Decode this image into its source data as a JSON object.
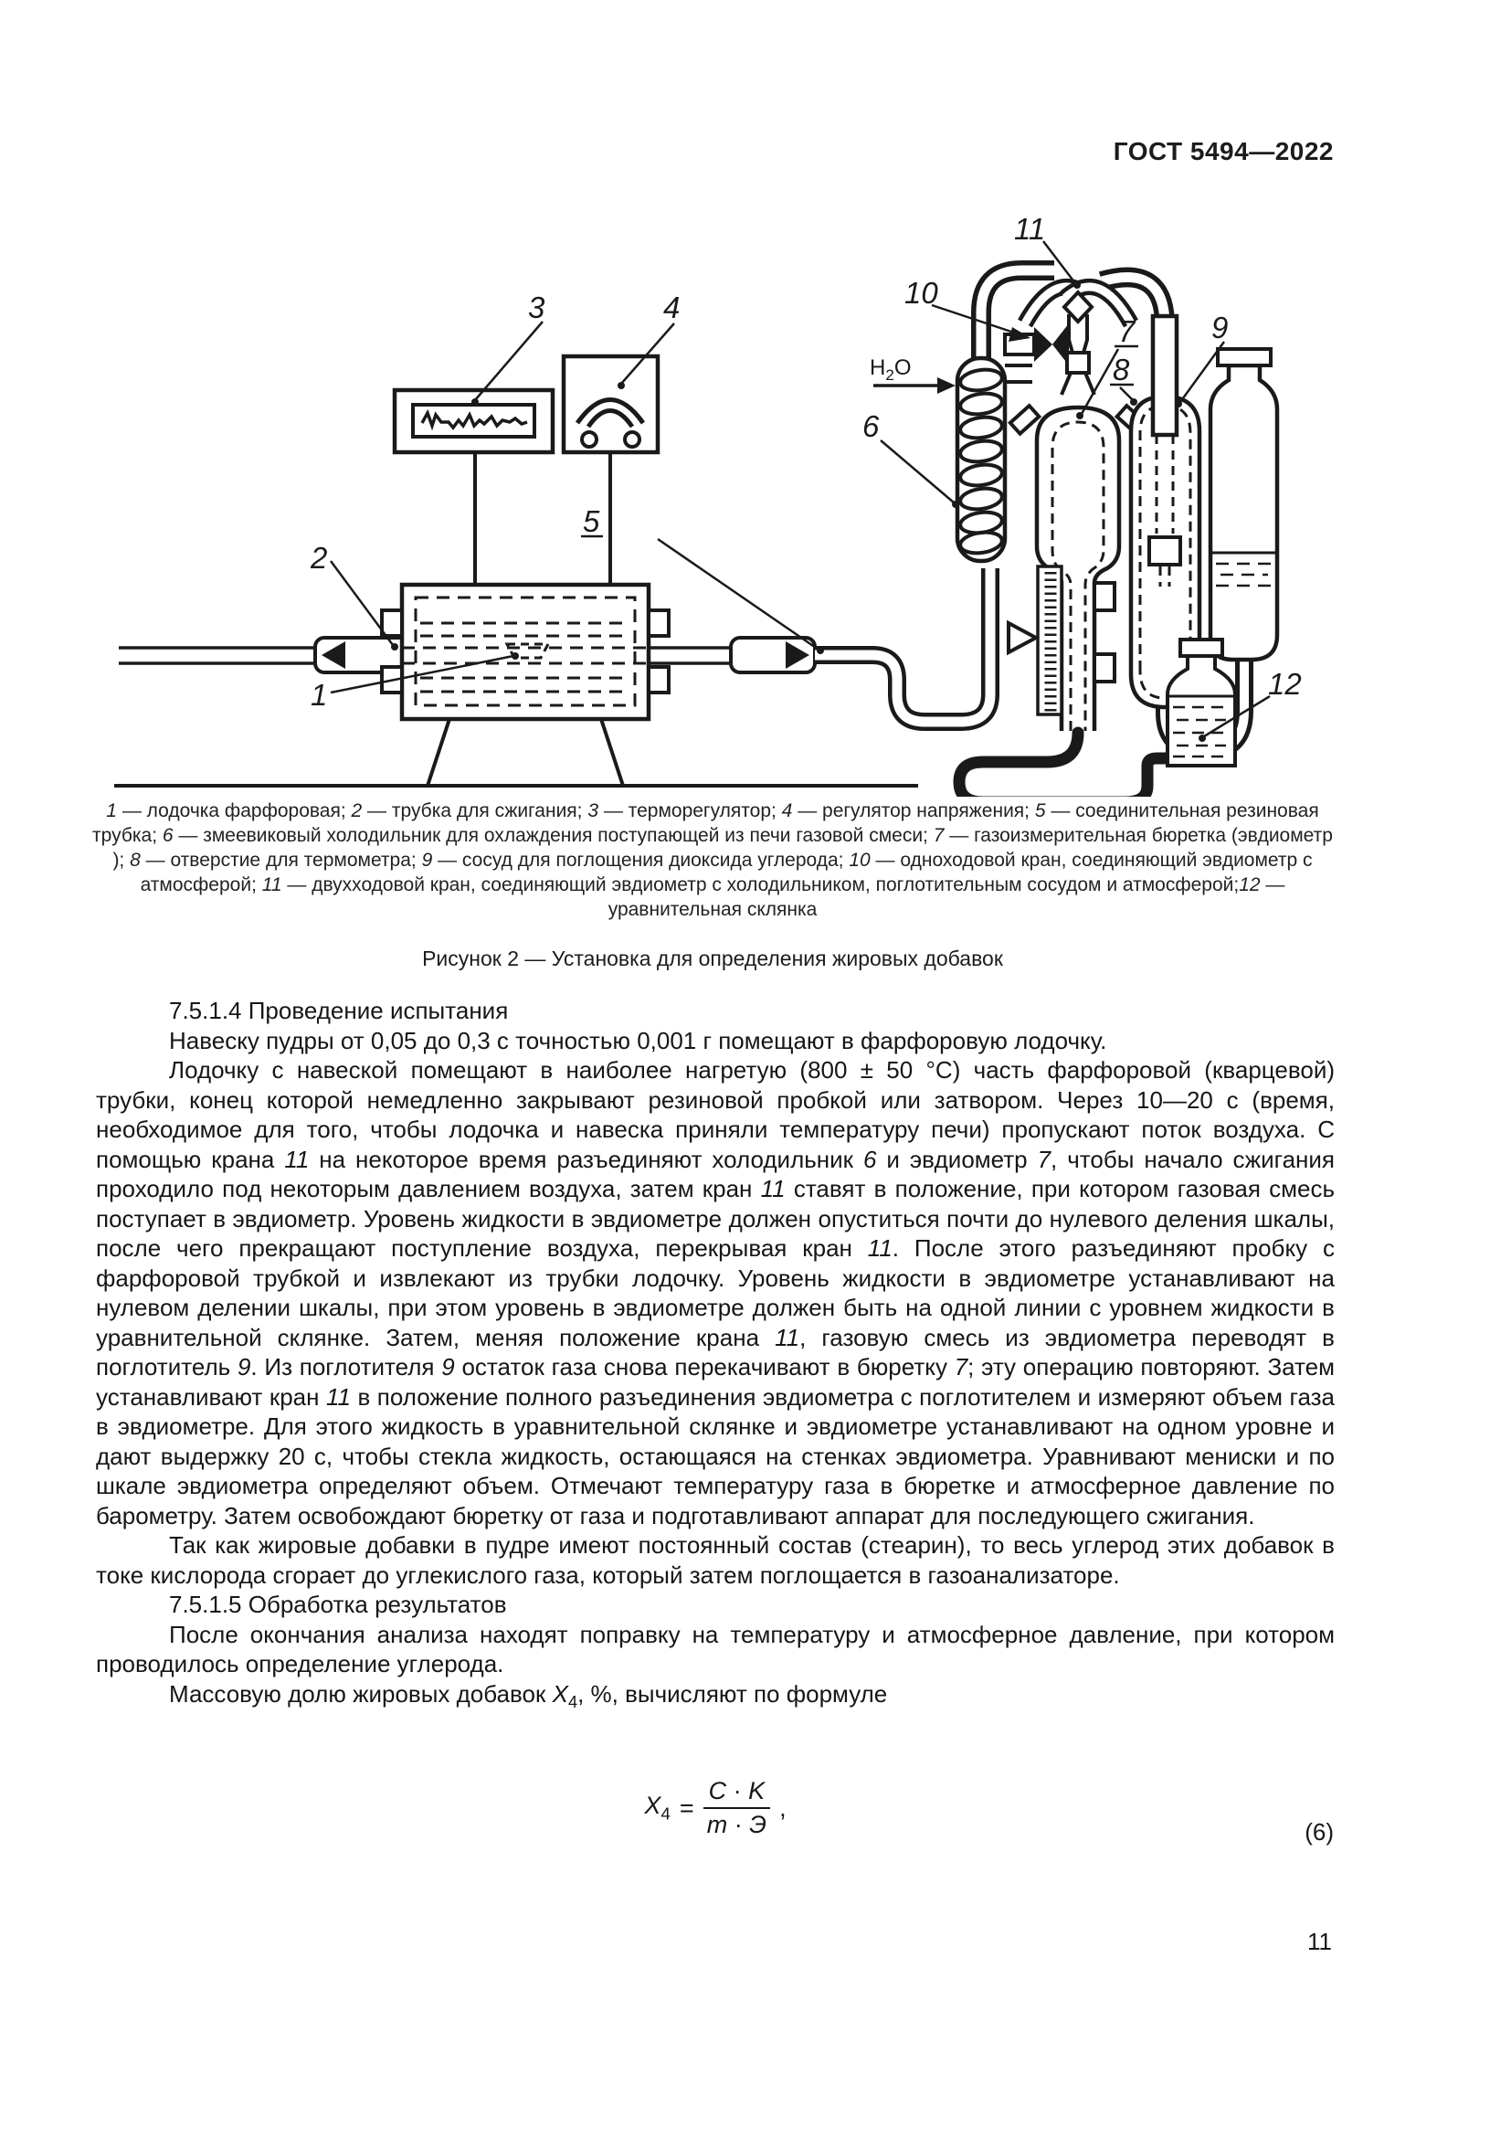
{
  "page": {
    "header": "ГОСТ 5494—2022",
    "page_number": "11"
  },
  "figure": {
    "caption": "Рисунок 2 — Установка для определения жировых добавок",
    "h2o": {
      "base": "H",
      "sub": "2",
      "rest": "O"
    },
    "labels": {
      "l1": "1",
      "l2": "2",
      "l3": "3",
      "l4": "4",
      "l5": "5",
      "l6": "6",
      "l7": "7",
      "l8": "8",
      "l9": "9",
      "l10": "10",
      "l11": "11",
      "l12": "12"
    },
    "legend": [
      {
        "t": "1",
        "i": true
      },
      {
        "t": " — лодочка фарфоровая; "
      },
      {
        "t": "2",
        "i": true
      },
      {
        "t": " — трубка для сжигания; "
      },
      {
        "t": "3",
        "i": true
      },
      {
        "t": " — терморегулятор; "
      },
      {
        "t": "4",
        "i": true
      },
      {
        "t": " — регулятор напряжения; "
      },
      {
        "t": "5",
        "i": true
      },
      {
        "t": " — соединительная резиновая трубка; "
      },
      {
        "t": "6",
        "i": true
      },
      {
        "t": " — змеевиковый холодильник для охлаждения поступающей из печи газовой смеси; "
      },
      {
        "t": "7",
        "i": true
      },
      {
        "t": " — газоизмерительная бюретка (эвдиометр ); "
      },
      {
        "t": "8",
        "i": true
      },
      {
        "t": " — отверстие для термометра; "
      },
      {
        "t": "9",
        "i": true
      },
      {
        "t": " — сосуд для поглощения диоксида углерода; "
      },
      {
        "t": "10",
        "i": true
      },
      {
        "t": " — одноходовой кран, соединяющий эвдиометр с атмосферой; "
      },
      {
        "t": "11",
        "i": true
      },
      {
        "t": " — двухходовой кран, соединяющий эвдиометр с холодильником, поглотительным сосудом и атмосферой;"
      },
      {
        "t": "12",
        "i": true
      },
      {
        "t": " — уравнительная склянка"
      }
    ]
  },
  "body": {
    "paragraphs": [
      {
        "segments": [
          {
            "t": "7.5.1.4  Проведение испытания"
          }
        ]
      },
      {
        "segments": [
          {
            "t": "Навеску пудры от 0,05 до 0,3 с точностью 0,001 г помещают в фарфоровую лодочку."
          }
        ]
      },
      {
        "segments": [
          {
            "t": "Лодочку с навеской помещают в наиболее нагретую (800 ± 50 °С) часть фарфоровой (кварцевой) трубки, конец которой немедленно закрывают резиновой пробкой или затвором. Через 10—20 с (время, необходимое для того, чтобы лодочка и навеска приняли температуру печи) пропускают поток воздуха. С помощью крана "
          },
          {
            "t": "11",
            "i": true
          },
          {
            "t": " на некоторое время разъединяют холодильник "
          },
          {
            "t": "6",
            "i": true
          },
          {
            "t": " и эвдиометр "
          },
          {
            "t": "7",
            "i": true
          },
          {
            "t": ", чтобы начало сжигания проходило под некоторым давлением воздуха, затем кран "
          },
          {
            "t": "11",
            "i": true
          },
          {
            "t": " ставят в положение, при котором газовая смесь поступает в эвдиометр. Уровень жидкости в эвдиометре должен опуститься почти до нулевого деления шкалы, после чего прекращают поступление воздуха, перекрывая кран "
          },
          {
            "t": "11",
            "i": true
          },
          {
            "t": ". После этого разъединяют пробку с фарфоровой трубкой и извлекают из трубки лодочку. Уровень жидкости в эвдиометре устанавливают на нулевом делении шкалы, при этом уровень в эвдиометре должен быть на одной линии с уровнем жидкости в уравнительной склянке. Затем, меняя положение крана "
          },
          {
            "t": "11",
            "i": true
          },
          {
            "t": ", газовую смесь из эвдиометра переводят в поглотитель "
          },
          {
            "t": "9",
            "i": true
          },
          {
            "t": ". Из поглотителя "
          },
          {
            "t": "9",
            "i": true
          },
          {
            "t": " остаток газа снова перекачивают в бюретку "
          },
          {
            "t": "7",
            "i": true
          },
          {
            "t": "; эту операцию повторяют. Затем устанавливают кран "
          },
          {
            "t": "11",
            "i": true
          },
          {
            "t": " в положение полного разъединения эвдиометра с поглотителем и измеряют объем газа в эвдиометре. Для этого жидкость в уравнительной склянке и эвдиометре устанавливают на одном уровне и дают выдержку 20 с, чтобы стекла жидкость, остающаяся на стенках эвдиометра. Уравнивают мениски и по шкале эвдиометра определяют объем. Отмечают температуру газа в бюретке и атмосферное давление по барометру. Затем освобождают бюретку от газа и подготавливают аппарат для последующего сжигания."
          }
        ]
      },
      {
        "segments": [
          {
            "t": "Так как жировые добавки в пудре имеют постоянный состав (стеарин), то весь углерод этих добавок в токе кислорода сгорает до углекислого газа, который затем поглощается в газоанализаторе."
          }
        ]
      },
      {
        "segments": [
          {
            "t": "7.5.1.5  Обработка результатов"
          }
        ]
      },
      {
        "segments": [
          {
            "t": "После окончания анализа находят поправку на температуру и атмосферное давление, при котором проводилось определение углерода."
          }
        ]
      },
      {
        "segments": [
          {
            "t": "Массовую долю жировых добавок "
          },
          {
            "t": "X",
            "i": true
          },
          {
            "t": "4",
            "sub": true
          },
          {
            "t": ", %, вычисляют по формуле"
          }
        ]
      }
    ]
  },
  "formula": {
    "lhs": "X",
    "lhs_sub": "4",
    "equals": "=",
    "dot": " · ",
    "num_a": "C",
    "num_b": "K",
    "den_a": "m",
    "den_b": "Э",
    "trailing": ",",
    "number": "(6)"
  }
}
